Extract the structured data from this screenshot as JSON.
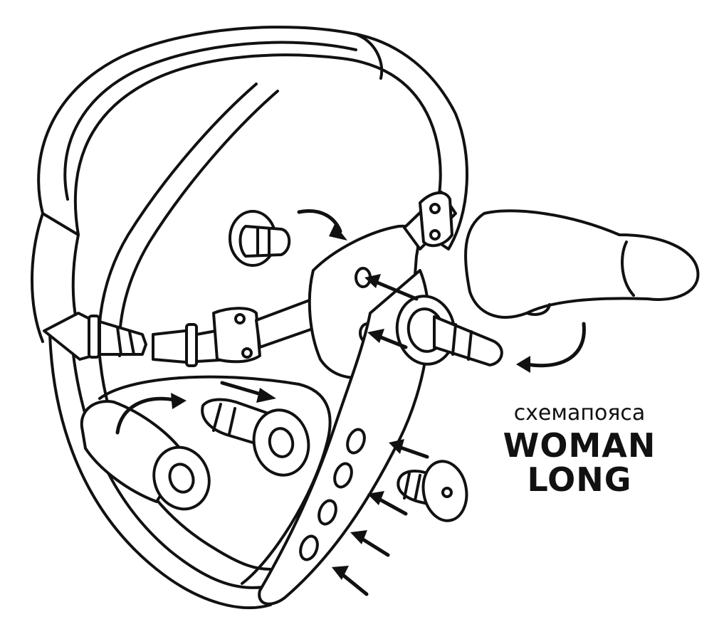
{
  "caption": {
    "subtitle": "схемапояса",
    "line1": "WOMAN",
    "line2": "LONG"
  },
  "colors": {
    "ink": "#111111",
    "paper": "#ffffff"
  }
}
